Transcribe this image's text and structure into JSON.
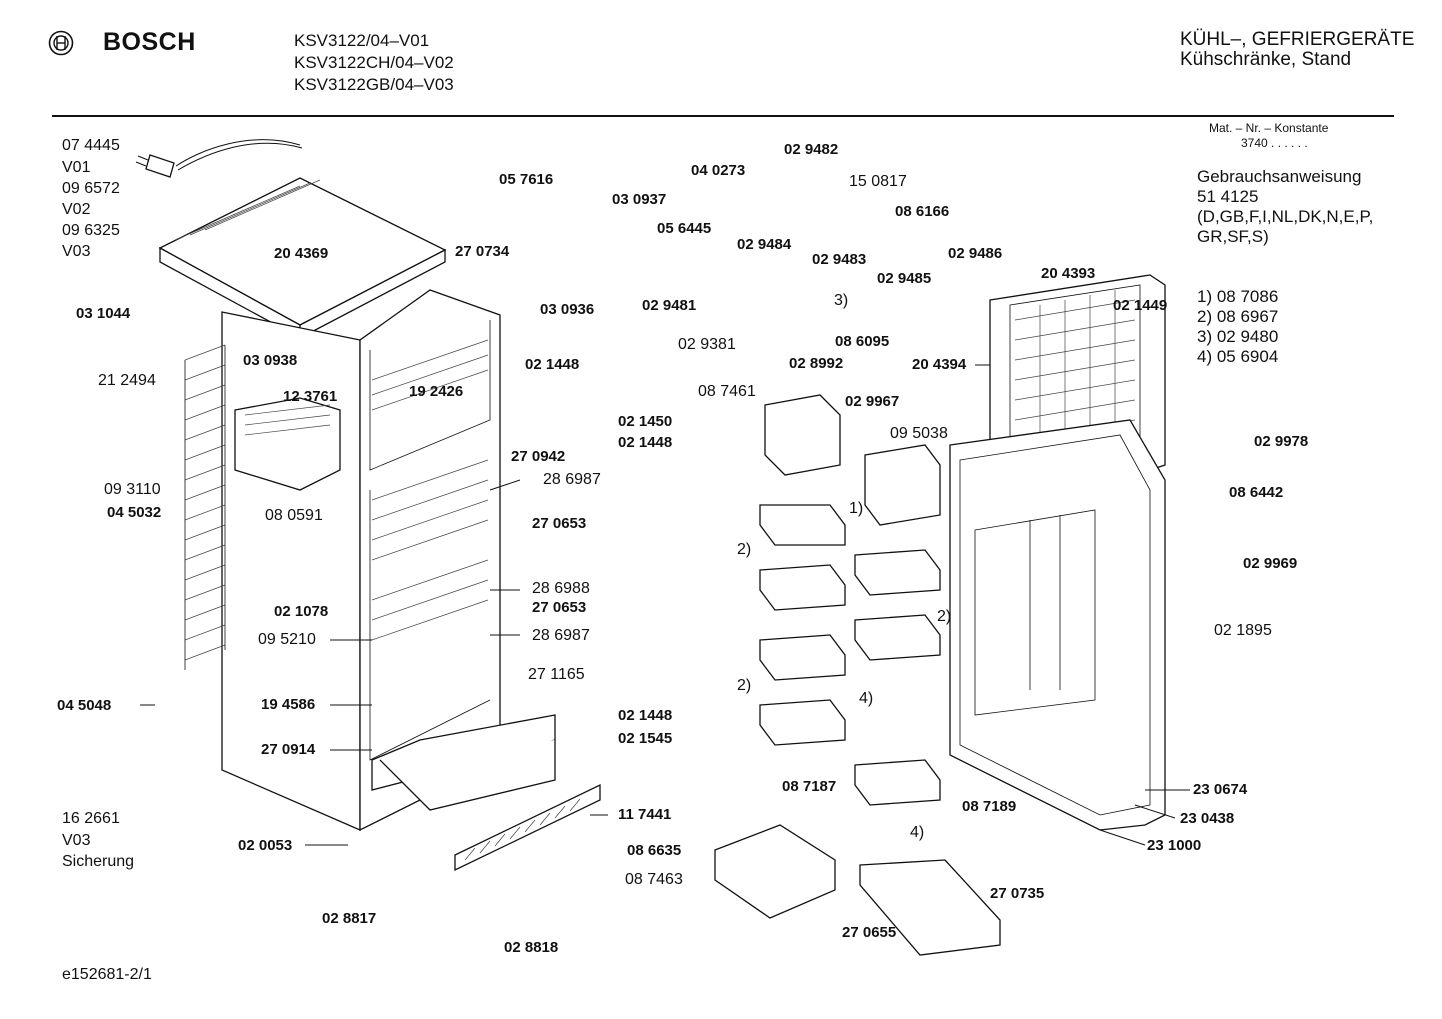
{
  "header": {
    "brand": "BOSCH",
    "models": [
      "KSV3122/04–V01",
      "KSV3122CH/04–V02",
      "KSV3122GB/04–V03"
    ],
    "category": [
      "KÜHL–, GEFRIERGERÄTE",
      "Kühschränke, Stand"
    ]
  },
  "info": {
    "matnr_label": "Mat. – Nr. – Konstante",
    "matnr_value": "3740 . . . . . .",
    "manual_lines": [
      "Gebrauchsanweisung",
      "51 4125",
      "(D,GB,F,I,NL,DK,N,E,P,",
      "GR,SF,S)"
    ],
    "notes": [
      "1) 08 7086",
      "2) 08 6967",
      "3) 02 9480",
      "4) 05 6904"
    ]
  },
  "footer": {
    "code": "e152681-2/1"
  },
  "parts": [
    {
      "id": "p-074445",
      "text": "07 4445",
      "bold": false
    },
    {
      "id": "p-v01",
      "text": "V01",
      "bold": false
    },
    {
      "id": "p-096572",
      "text": "09 6572",
      "bold": false
    },
    {
      "id": "p-v02",
      "text": "V02",
      "bold": false
    },
    {
      "id": "p-096325",
      "text": "09 6325",
      "bold": false
    },
    {
      "id": "p-v03a",
      "text": "V03",
      "bold": false
    },
    {
      "id": "p-204369",
      "text": "20 4369",
      "bold": true
    },
    {
      "id": "p-031044",
      "text": "03 1044",
      "bold": true
    },
    {
      "id": "p-270734",
      "text": "27 0734",
      "bold": true
    },
    {
      "id": "p-030936",
      "text": "03 0936",
      "bold": true
    },
    {
      "id": "p-030938",
      "text": "03 0938",
      "bold": true
    },
    {
      "id": "p-212494",
      "text": "21 2494",
      "bold": false
    },
    {
      "id": "p-123761",
      "text": "12 3761",
      "bold": true
    },
    {
      "id": "p-192426",
      "text": "19 2426",
      "bold": true
    },
    {
      "id": "p-021448a",
      "text": "02 1448",
      "bold": true
    },
    {
      "id": "p-021450",
      "text": "02 1450",
      "bold": true
    },
    {
      "id": "p-021448b",
      "text": "02 1448",
      "bold": true
    },
    {
      "id": "p-270942",
      "text": "27 0942",
      "bold": true
    },
    {
      "id": "p-093110",
      "text": "09 3110",
      "bold": false
    },
    {
      "id": "p-045032",
      "text": "04 5032",
      "bold": true
    },
    {
      "id": "p-080591",
      "text": "08 0591",
      "bold": false
    },
    {
      "id": "p-286987a",
      "text": "28 6987",
      "bold": false
    },
    {
      "id": "p-270653a",
      "text": "27 0653",
      "bold": true
    },
    {
      "id": "p-021078",
      "text": "02 1078",
      "bold": true
    },
    {
      "id": "p-286988",
      "text": "28 6988",
      "bold": false
    },
    {
      "id": "p-270653b",
      "text": "27 0653",
      "bold": true
    },
    {
      "id": "p-095210",
      "text": "09 5210",
      "bold": false
    },
    {
      "id": "p-286987b",
      "text": "28 6987",
      "bold": false
    },
    {
      "id": "p-271165",
      "text": "27 1165",
      "bold": false
    },
    {
      "id": "p-045048",
      "text": "04 5048",
      "bold": true
    },
    {
      "id": "p-194586",
      "text": "19 4586",
      "bold": true
    },
    {
      "id": "p-021448c",
      "text": "02 1448",
      "bold": true
    },
    {
      "id": "p-021545",
      "text": "02 1545",
      "bold": true
    },
    {
      "id": "p-270914",
      "text": "27 0914",
      "bold": true
    },
    {
      "id": "p-162661",
      "text": "16 2661",
      "bold": false
    },
    {
      "id": "p-v03b",
      "text": "V03",
      "bold": false
    },
    {
      "id": "p-sicherung",
      "text": "Sicherung",
      "bold": false
    },
    {
      "id": "p-117441",
      "text": "11 7441",
      "bold": true
    },
    {
      "id": "p-020053",
      "text": "02 0053",
      "bold": true
    },
    {
      "id": "p-028817",
      "text": "02 8817",
      "bold": true
    },
    {
      "id": "p-028818",
      "text": "02 8818",
      "bold": true
    },
    {
      "id": "p-057616",
      "text": "05 7616",
      "bold": true
    },
    {
      "id": "p-030937",
      "text": "03 0937",
      "bold": true
    },
    {
      "id": "p-040273",
      "text": "04 0273",
      "bold": true
    },
    {
      "id": "p-029482",
      "text": "02 9482",
      "bold": true
    },
    {
      "id": "p-150817",
      "text": "15 0817",
      "bold": false
    },
    {
      "id": "p-086166",
      "text": "08 6166",
      "bold": true
    },
    {
      "id": "p-056445",
      "text": "05 6445",
      "bold": true
    },
    {
      "id": "p-029484",
      "text": "02 9484",
      "bold": true
    },
    {
      "id": "p-029483",
      "text": "02 9483",
      "bold": true
    },
    {
      "id": "p-029486",
      "text": "02 9486",
      "bold": true
    },
    {
      "id": "p-029485",
      "text": "02 9485",
      "bold": true
    },
    {
      "id": "p-note3",
      "text": "3)",
      "bold": false
    },
    {
      "id": "p-029481",
      "text": "02 9481",
      "bold": true
    },
    {
      "id": "p-029381",
      "text": "02 9381",
      "bold": false
    },
    {
      "id": "p-028992",
      "text": "02 8992",
      "bold": true
    },
    {
      "id": "p-086095",
      "text": "08 6095",
      "bold": true
    },
    {
      "id": "p-204393",
      "text": "20 4393",
      "bold": true
    },
    {
      "id": "p-021449",
      "text": "02 1449",
      "bold": true
    },
    {
      "id": "p-204394",
      "text": "20 4394",
      "bold": true
    },
    {
      "id": "p-087461",
      "text": "08 7461",
      "bold": false
    },
    {
      "id": "p-029967",
      "text": "02 9967",
      "bold": true
    },
    {
      "id": "p-095038",
      "text": "09 5038",
      "bold": false
    },
    {
      "id": "p-029978",
      "text": "02 9978",
      "bold": true
    },
    {
      "id": "p-086442",
      "text": "08 6442",
      "bold": true
    },
    {
      "id": "p-029969",
      "text": "02 9969",
      "bold": true
    },
    {
      "id": "p-021895",
      "text": "02 1895",
      "bold": false
    },
    {
      "id": "p-note1",
      "text": "1)",
      "bold": false
    },
    {
      "id": "p-note2a",
      "text": "2)",
      "bold": false
    },
    {
      "id": "p-note2b",
      "text": "2)",
      "bold": false
    },
    {
      "id": "p-note2c",
      "text": "2)",
      "bold": false
    },
    {
      "id": "p-note4a",
      "text": "4)",
      "bold": false
    },
    {
      "id": "p-087187",
      "text": "08 7187",
      "bold": true
    },
    {
      "id": "p-087189",
      "text": "08 7189",
      "bold": true
    },
    {
      "id": "p-086635",
      "text": "08 6635",
      "bold": true
    },
    {
      "id": "p-087463",
      "text": "08 7463",
      "bold": false
    },
    {
      "id": "p-note4b",
      "text": "4)",
      "bold": false
    },
    {
      "id": "p-270735",
      "text": "27 0735",
      "bold": true
    },
    {
      "id": "p-270655",
      "text": "27 0655",
      "bold": true
    },
    {
      "id": "p-230674",
      "text": "23 0674",
      "bold": true
    },
    {
      "id": "p-230438",
      "text": "23 0438",
      "bold": true
    },
    {
      "id": "p-231000",
      "text": "23 1000",
      "bold": true
    }
  ]
}
